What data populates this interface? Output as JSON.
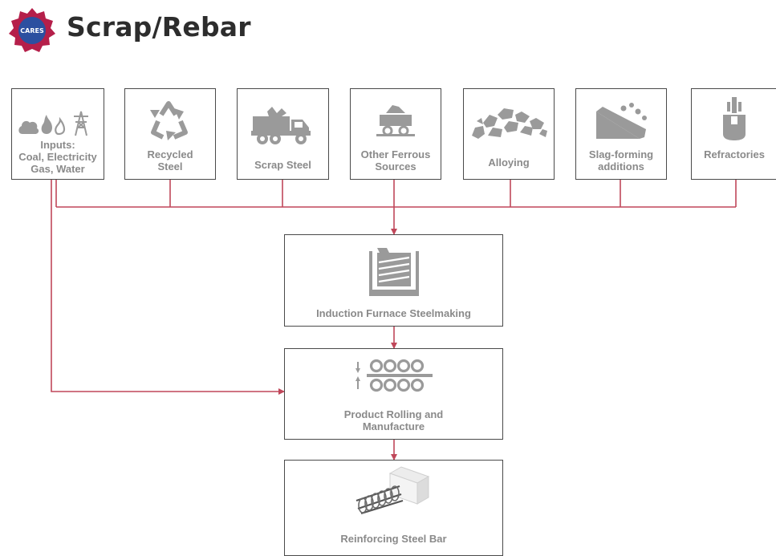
{
  "header": {
    "title": "Scrap/Rebar",
    "logo_text": "CARES"
  },
  "colors": {
    "connector": "#c0475a",
    "icon": "#9a9a9a",
    "label": "#8a8a8a",
    "border": "#4a4a4a",
    "logo_outer": "#b51f4a",
    "logo_inner": "#2c4fa0"
  },
  "inputs": [
    {
      "label_lines": [
        "Inputs:",
        "Coal, Electricity",
        "Gas, Water"
      ],
      "icon": "fuel-utilities-icon"
    },
    {
      "label_lines": [
        "Recycled",
        "Steel"
      ],
      "icon": "recycle-icon"
    },
    {
      "label_lines": [
        "Scrap Steel"
      ],
      "icon": "dump-truck-icon"
    },
    {
      "label_lines": [
        "Other Ferrous",
        "Sources"
      ],
      "icon": "ore-cart-icon"
    },
    {
      "label_lines": [
        "Alloying"
      ],
      "icon": "alloy-pile-icon"
    },
    {
      "label_lines": [
        "Slag-forming",
        "additions"
      ],
      "icon": "conveyor-icon"
    },
    {
      "label_lines": [
        "Refractories"
      ],
      "icon": "ladle-icon"
    }
  ],
  "process": [
    {
      "label_lines": [
        "Induction Furnace Steelmaking"
      ],
      "icon": "induction-furnace-icon"
    },
    {
      "label_lines": [
        "Product Rolling and",
        "Manufacture"
      ],
      "icon": "rolling-mill-icon"
    },
    {
      "label_lines": [
        "Reinforcing Steel Bar"
      ],
      "icon": "rebar-icon"
    }
  ]
}
